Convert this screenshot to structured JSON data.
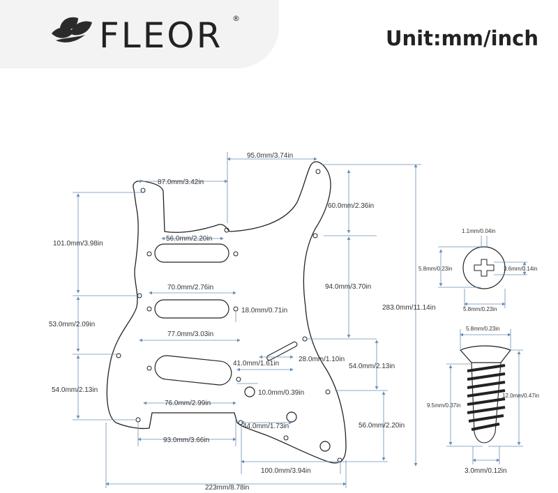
{
  "brand": {
    "name": "FLEOR",
    "reg": "®"
  },
  "unit_label": "Unit:mm/inch",
  "dimensions": {
    "d1": "95.0mm/3.74in",
    "d2": "87.0mm/3.42in",
    "d3": "60.0mm/2.36in",
    "d4": "101.0mm/3.98in",
    "d5": "56.0mm/2.20in",
    "d6": "70.0mm/2.76in",
    "d7": "94.0mm/3.70in",
    "d8": "18.0mm/0.71in",
    "d9": "283.0mm/11.14in",
    "d10": "53.0mm/2.09in",
    "d11": "77.0mm/3.03in",
    "d12": "28.0mm/1.10in",
    "d13": "41.0mm/1.61in",
    "d14": "54.0mm/2.13in",
    "d15": "54.0mm/2.13in",
    "d16": "10.0mm/0.39in",
    "d17": "76.0mm/2.99in",
    "d18": "56.0mm/2.20in",
    "d19": "44.0mm/1.73in",
    "d20": "93.0mm/3.66in",
    "d21": "100.0mm/3.94in",
    "d22": "223mm/8.78in"
  },
  "screw": {
    "s1": "1.1mm/0.04in",
    "s2": "5.8mm/0.23in",
    "s3": "3.6mm/0.14in",
    "s4": "5.8mm/0.23in",
    "s5": "5.8mm/0.23in",
    "s6": "9.5mm/0.37in",
    "s7": "12.0mm/0.47in",
    "s8": "3.0mm/0.12in"
  }
}
